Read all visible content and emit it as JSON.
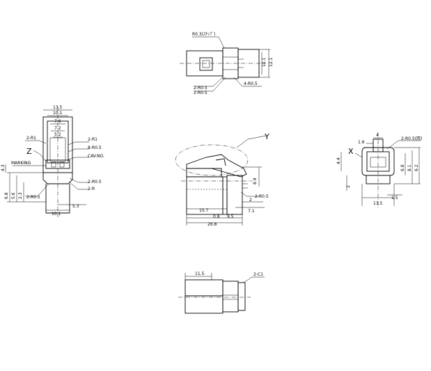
{
  "views": {
    "top": {
      "labels": [
        "R0.3(ｽﾅｯﾌﾟ)",
        "2-R0.5",
        "2-R0.5",
        "4-R0.5"
      ],
      "dims": [
        "10.1",
        "12.1"
      ]
    },
    "front": {
      "dims": [
        "13.5",
        "10.1",
        "7.6",
        "7.2",
        "5.2",
        "10.1",
        "5.3",
        "6.8",
        "5.6",
        "2.3",
        "4.3"
      ],
      "labels": [
        "2-R1",
        "2-R1",
        "8-R0.5",
        "CAV.NO.",
        "MARKING",
        "2-R0.5",
        "2-R",
        "2-R0.5"
      ],
      "zone": "Z"
    },
    "side": {
      "zone": "Y",
      "dims": [
        "15.7",
        "0.8",
        "9.5",
        "26.8",
        "8.9",
        "2",
        "7.1"
      ],
      "labels": [
        "2-R0.5"
      ]
    },
    "right": {
      "zone": "X",
      "dims": [
        "1.6",
        "4",
        "13.5",
        "1.5",
        "4.4",
        "6.8",
        "8.1",
        "6.2",
        "2"
      ],
      "labels": [
        "2-R0.5(両)"
      ]
    },
    "bottom": {
      "dims": [
        "11.5"
      ],
      "labels": [
        "2-C1"
      ]
    }
  }
}
